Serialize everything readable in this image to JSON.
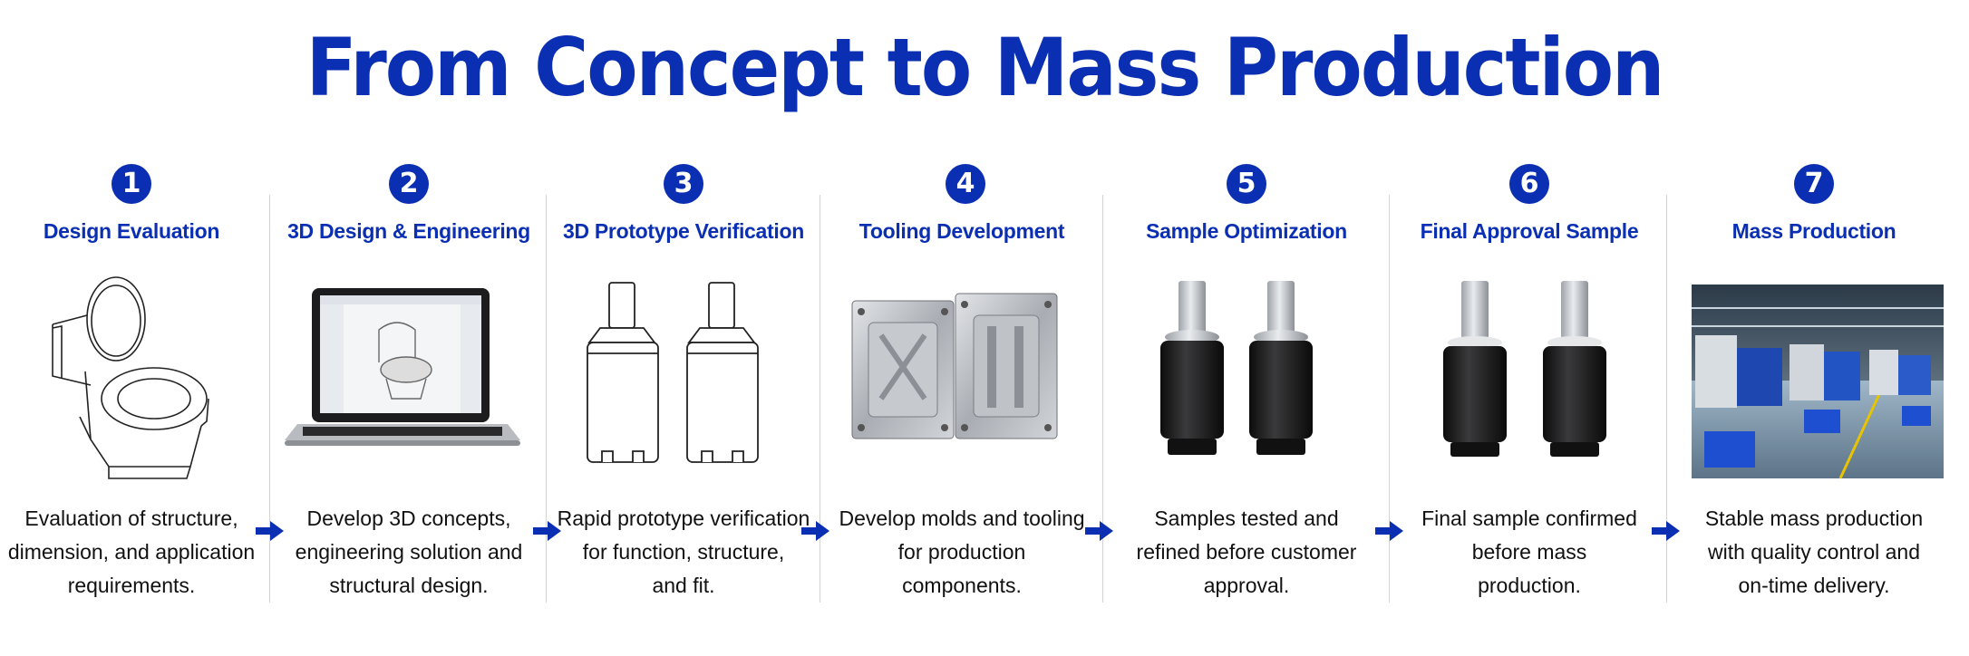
{
  "title": "From Concept to Mass Production",
  "colors": {
    "accent": "#0b2fb3",
    "text": "#111111",
    "divider": "#d4d4d4"
  },
  "steps": [
    {
      "number": "1",
      "title": "Design Evaluation",
      "icon": "toilet-sketch-icon",
      "desc": [
        "Evaluation of structure,",
        "dimension, and application",
        "requirements."
      ]
    },
    {
      "number": "2",
      "title": "3D Design & Engineering",
      "icon": "laptop-cad-icon",
      "desc": [
        "Develop 3D concepts,",
        "engineering solution and",
        "structural design."
      ]
    },
    {
      "number": "3",
      "title": "3D Prototype Verification",
      "icon": "prototype-outline-icon",
      "desc": [
        "Rapid prototype verification",
        "for function, structure,",
        "and fit."
      ]
    },
    {
      "number": "4",
      "title": "Tooling Development",
      "icon": "mold-tooling-icon",
      "desc": [
        "Develop molds and tooling",
        "for production",
        "components."
      ]
    },
    {
      "number": "5",
      "title": "Sample Optimization",
      "icon": "sample-parts-icon",
      "desc": [
        "Samples tested and",
        "refined before customer",
        "approval."
      ]
    },
    {
      "number": "6",
      "title": "Final Approval Sample",
      "icon": "final-sample-icon",
      "desc": [
        "Final sample confirmed",
        "before mass",
        "production."
      ]
    },
    {
      "number": "7",
      "title": "Mass Production",
      "icon": "factory-floor-icon",
      "desc": [
        "Stable mass production",
        "with quality control and",
        "on-time delivery."
      ]
    }
  ]
}
